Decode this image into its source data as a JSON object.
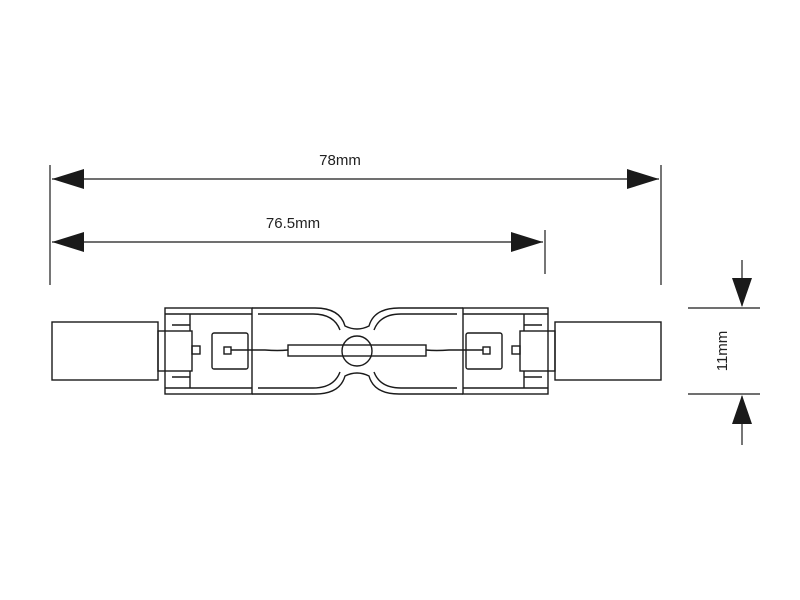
{
  "dimensions": {
    "overall_length": "78mm",
    "light_center_length": "76.5mm",
    "diameter": "11mm"
  },
  "colors": {
    "line": "#1a1a1a",
    "background": "#ffffff"
  }
}
